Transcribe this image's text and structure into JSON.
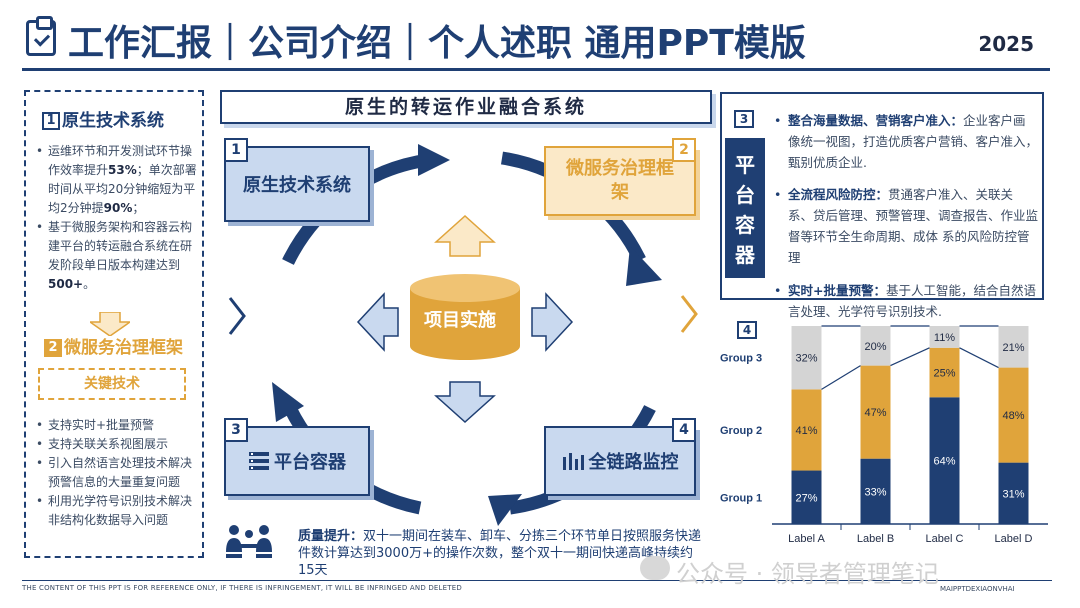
{
  "header": {
    "title": "工作汇报｜公司介绍｜个人述职 通用PPT模版",
    "year": "2025"
  },
  "left_panel": {
    "section1": {
      "number": "1",
      "title": "原生技术系统",
      "bullets": [
        {
          "pre": "运维环节和开发测试环节操作效率提升",
          "bold": "53%",
          "post": "；单次部署时间从平均20分钟缩短为平均2分钟提",
          "bold2": "90%",
          "post2": "；"
        },
        {
          "pre": "基于微服务架构和容器云构建平台的转运融合系统在研发阶段单日版本构建达到",
          "bold": "500+",
          "post": "。",
          "bold2": "",
          "post2": ""
        }
      ]
    },
    "section2": {
      "number": "2",
      "title": "微服务治理框架",
      "key_label": "关键技术",
      "bullets": [
        "支持实时+批量预警",
        "支持关联关系视图展示",
        "引入自然语言处理技术解决预警信息的大量重复问题",
        "利用光学符号识别技术解决非结构化数据导入问题"
      ]
    }
  },
  "center": {
    "title": "原生的转运作业融合系统",
    "core": "项目实施",
    "nodes": [
      {
        "number": "1",
        "label": "原生技术系统",
        "icon": ""
      },
      {
        "number": "2",
        "label": "微服务治理框架",
        "icon": ""
      },
      {
        "number": "3",
        "label": "平台容器",
        "icon": "server-icon"
      },
      {
        "number": "4",
        "label": "全链路监控",
        "icon": "bar-chart-icon"
      }
    ],
    "quality": {
      "bold": "质量提升：",
      "text": "双十一期间在装车、卸车、分拣三个环节单日按照服务快递件数计算达到3000万+的操作次数，整个双十一期间快递高峰持续约15天"
    }
  },
  "right": {
    "box3": {
      "number": "3",
      "side_label": "平台容器",
      "bullets": [
        {
          "bold": "整合海量数据、营销客户准入：",
          "text": "企业客户画像统一视图，打造优质客户营销、客户准入，甄别优质企业."
        },
        {
          "bold": "全流程风险防控：",
          "text": "贯通客户准入、关联关系、贷后管理、预警管理、调查报告、作业监督等环节全生命周期、成体 系的风险防控管理"
        },
        {
          "bold": "实时+批量预警：",
          "text": "基于人工智能，结合自然语言处理、光学符号识别技术."
        }
      ]
    },
    "box4_number": "4"
  },
  "chart_data": {
    "type": "bar",
    "stacked": true,
    "percent": true,
    "categories": [
      "Label A",
      "Label B",
      "Label C",
      "Label D"
    ],
    "series": [
      {
        "name": "Group 1",
        "values": [
          27,
          33,
          64,
          31
        ],
        "color": "#1f3f73"
      },
      {
        "name": "Group 2",
        "values": [
          41,
          47,
          25,
          48
        ],
        "color": "#e0a43b"
      },
      {
        "name": "Group 3",
        "values": [
          32,
          20,
          11,
          21
        ],
        "color": "#d4d4d4"
      }
    ],
    "ylim": [
      0,
      100
    ],
    "legend": "left"
  },
  "footer": {
    "left": "THE CONTENT OF THIS PPT IS FOR REFERENCE ONLY, IF THERE IS INFRINGEMENT, IT WILL BE INFRINGED AND DELETED",
    "right": "MAIPPTDEXIAONVHAI",
    "watermark": "公众号 · 领导者管理笔记"
  },
  "colors": {
    "navy": "#1f3f73",
    "gold": "#e0a43b",
    "light_blue": "#c9d9ef",
    "gray": "#d4d4d4"
  }
}
